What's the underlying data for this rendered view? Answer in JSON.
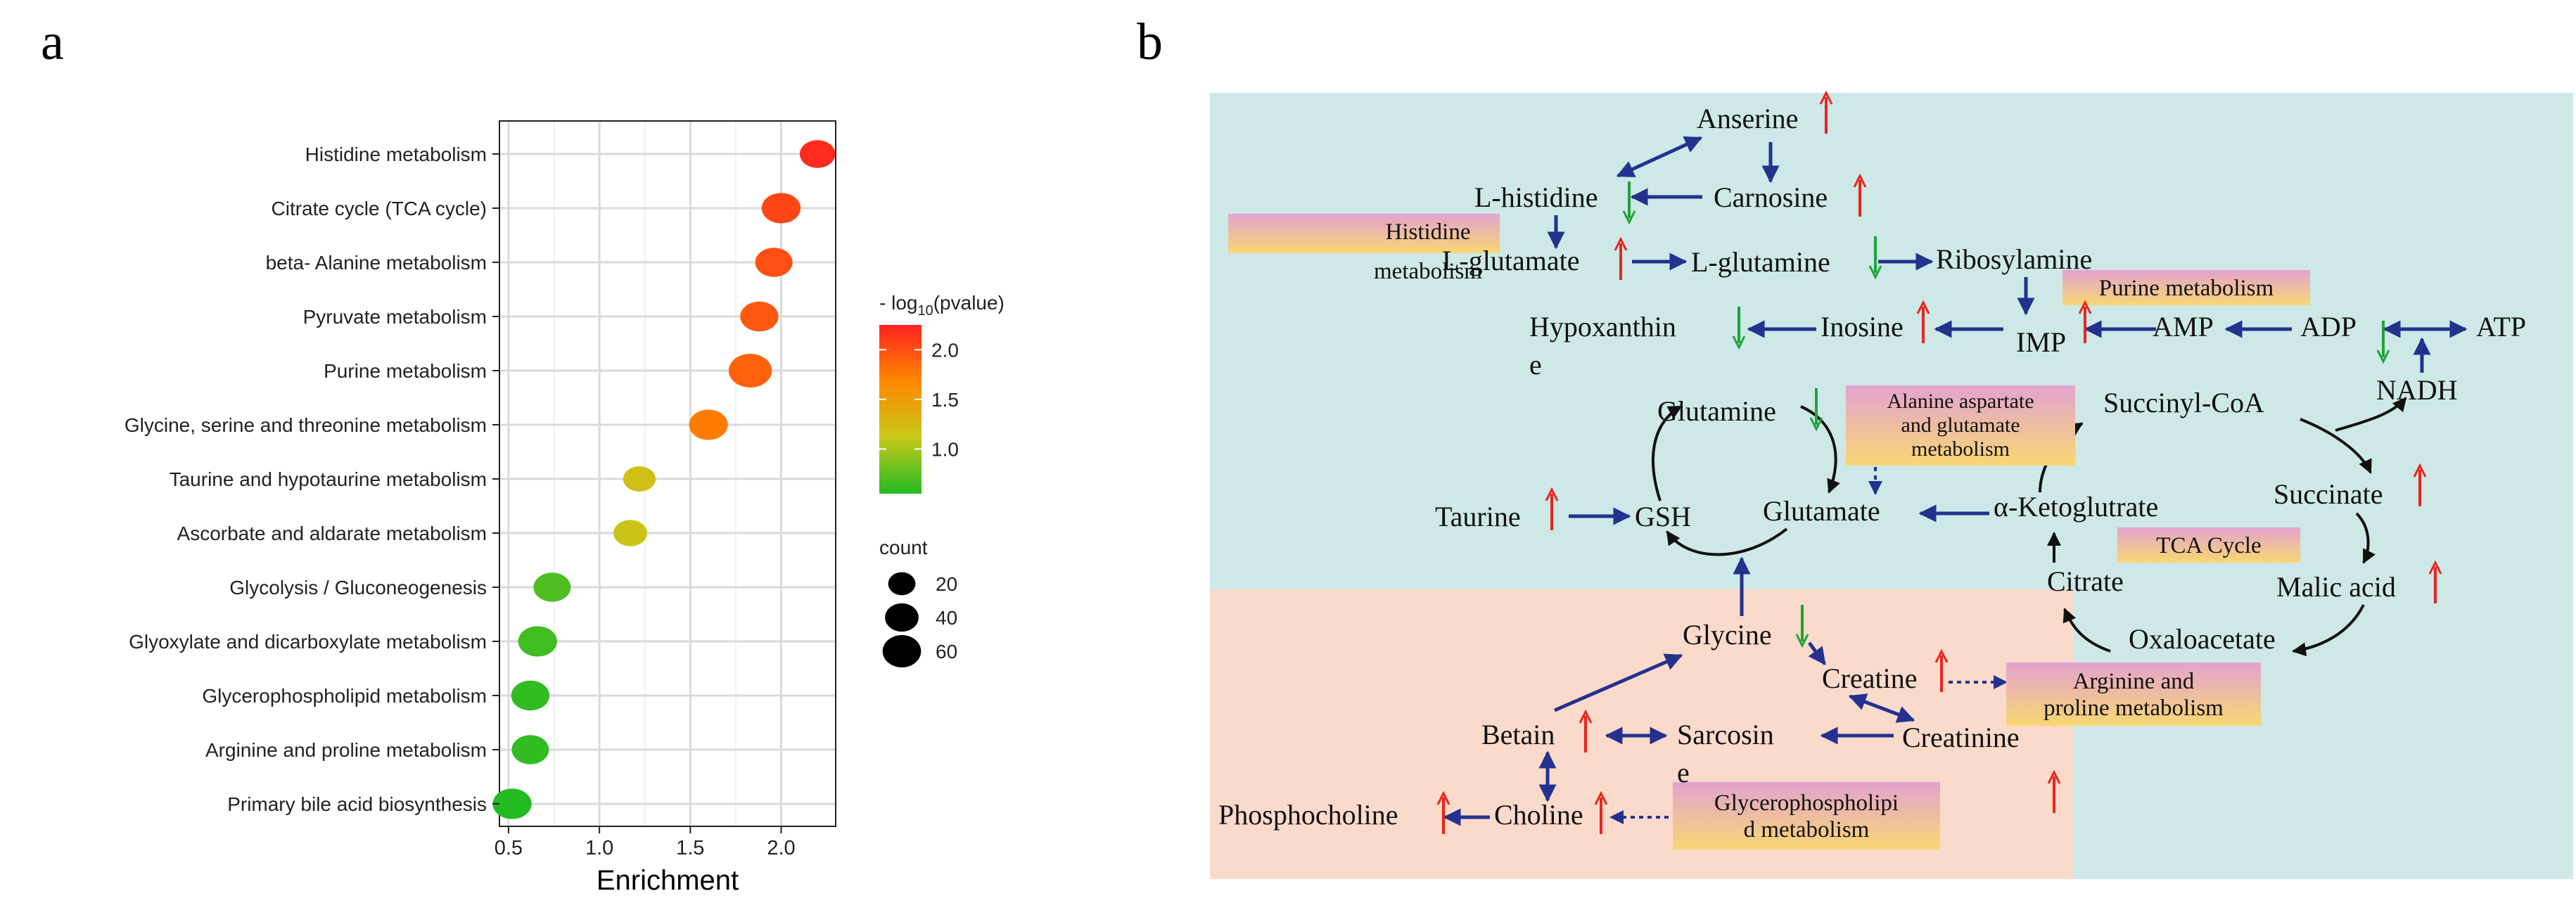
{
  "panels": {
    "a": "a",
    "b": "b"
  },
  "chart_data": {
    "type": "scatter",
    "categories": [
      "Histidine metabolism",
      "Citrate cycle (TCA cycle)",
      "beta- Alanine metabolism",
      "Pyruvate metabolism",
      "Purine metabolism",
      "Glycine, serine and threonine metabolism",
      "Taurine and hypotaurine metabolism",
      "Ascorbate and aldarate metabolism",
      "Glycolysis / Gluconeogenesis",
      "Glyoxylate and dicarboxylate metabolism",
      "Glycerophospholipid metabolism",
      "Arginine and proline metabolism",
      "Primary bile acid biosynthesis"
    ],
    "enrichment": [
      2.2,
      2.0,
      1.96,
      1.88,
      1.83,
      1.6,
      1.22,
      1.17,
      0.74,
      0.66,
      0.62,
      0.62,
      0.52
    ],
    "neg_log10_pvalue": [
      2.2,
      2.05,
      2.0,
      1.95,
      1.9,
      1.75,
      1.2,
      1.15,
      0.7,
      0.65,
      0.6,
      0.6,
      0.55
    ],
    "count": [
      30,
      40,
      35,
      38,
      55,
      40,
      22,
      25,
      35,
      40,
      38,
      35,
      40
    ],
    "xlabel": "Enrichment",
    "xlim": [
      0.45,
      2.3
    ],
    "xticks": [
      "0.5",
      "1.0",
      "1.5",
      "2.0"
    ],
    "xtick_values": [
      0.5,
      1.0,
      1.5,
      2.0
    ],
    "grid": true,
    "color_legend": {
      "title_prefix": "- log",
      "title_sub": "10",
      "title_suffix": "(pvalue)",
      "range": [
        0.55,
        2.25
      ],
      "ticks": [
        "1.0",
        "1.5",
        "2.0"
      ],
      "tick_values": [
        1.0,
        1.5,
        2.0
      ],
      "colors": [
        "#22bb22",
        "#c8c81a",
        "#ff8800",
        "#ff2222"
      ]
    },
    "size_legend": {
      "title": "count",
      "labels": [
        "20",
        "40",
        "60"
      ],
      "values": [
        20,
        40,
        60
      ]
    },
    "legend_position": "right"
  },
  "diagram": {
    "region_colors": {
      "upper": "#cde8e7",
      "lower": "#fadaca"
    },
    "arrow_color": "#24318e",
    "up_color": "#e8251f",
    "down_color": "#1fa33a",
    "pathway_box_colors": [
      "#e3a3d0",
      "#f8d773"
    ],
    "metabolites": {
      "anserine": "Anserine",
      "l_histidine": "L-histidine",
      "carnosine": "Carnosine",
      "l_glutamate": "L-glutamate",
      "l_glutamine": "L-glutamine",
      "ribosylamine": "Ribosylamine",
      "hypoxanthine_1": "Hypoxanthin",
      "hypoxanthine_2": "e",
      "inosine": "Inosine",
      "imp": "IMP",
      "amp": "AMP",
      "adp": "ADP",
      "atp": "ATP",
      "nadh": "NADH",
      "glutamine": "Glutamine",
      "succinyl_coa": "Succinyl-CoA",
      "taurine": "Taurine",
      "gsh": "GSH",
      "glutamate": "Glutamate",
      "ketoglutrate": "α-Ketoglutrate",
      "succinate": "Succinate",
      "citrate": "Citrate",
      "malic_acid": "Malic acid",
      "oxaloacetate": "Oxaloacetate",
      "glycine": "Glycine",
      "creatine": "Creatine",
      "betain": "Betain",
      "sarcosine_1": "Sarcosin",
      "sarcosine_2": "e",
      "creatinine": "Creatinine",
      "phosphocholine": "Phosphocholine",
      "choline": "Choline"
    },
    "pathways": {
      "histidine": [
        "Histidine",
        "metabolism"
      ],
      "purine": [
        "Purine metabolism"
      ],
      "alanine": [
        "Alanine aspartate",
        "and glutamate",
        "metabolism"
      ],
      "tca": [
        "TCA Cycle"
      ],
      "arginine": [
        "Arginine and",
        "proline metabolism"
      ],
      "glycerophospholipid": [
        "Glycerophospholipi",
        "d metabolism"
      ]
    }
  }
}
